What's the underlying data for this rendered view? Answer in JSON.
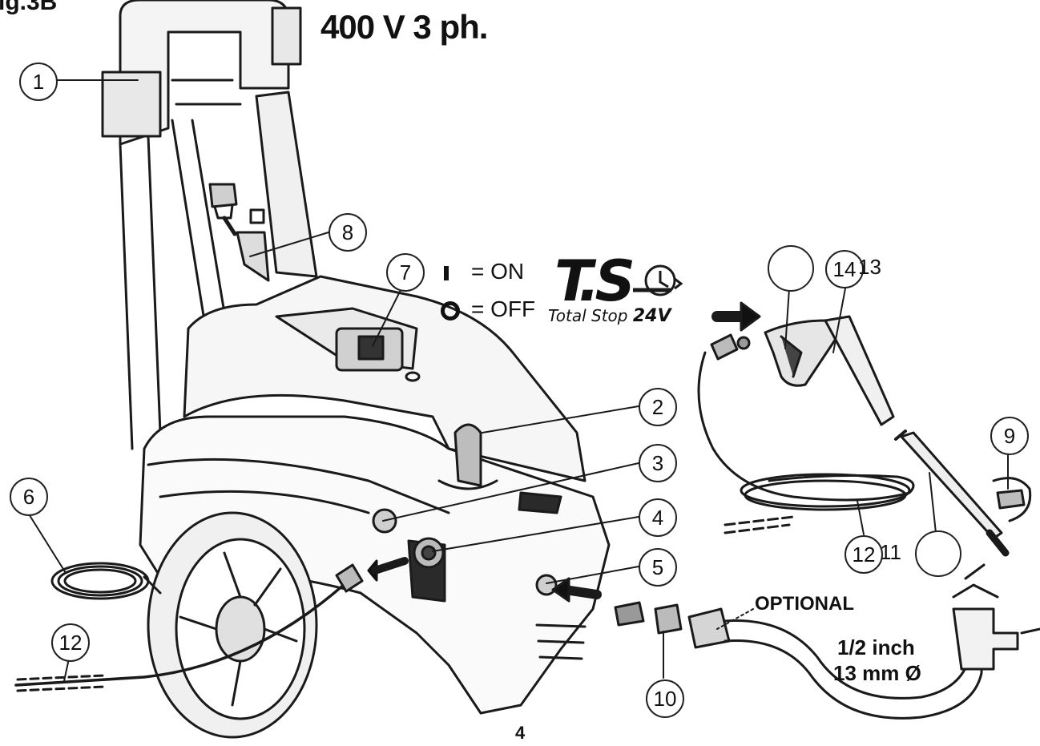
{
  "figure": {
    "label": "ig.3B",
    "title": "400 V   3 ph.",
    "page_number": "4"
  },
  "switch_legend": {
    "on": "= ON",
    "off": "= OFF"
  },
  "logo": {
    "main": "T.S",
    "sub_text": "Total Stop",
    "sub_voltage": "24V"
  },
  "labels": {
    "optional": "OPTIONAL",
    "inlet_size_line1": "1/2 inch",
    "inlet_size_line2": "13 mm Ø"
  },
  "callouts": {
    "c1": "1",
    "c2": "2",
    "c3": "3",
    "c4": "4",
    "c5": "5",
    "c6": "6",
    "c7": "7",
    "c8": "8",
    "c9": "9",
    "c10": "10",
    "c12": "12",
    "c14": "14",
    "c13": "13",
    "c12b": "12",
    "c11": "11"
  },
  "colors": {
    "line": "#1a1a1a",
    "fill_light": "#f2f2f2",
    "fill_mid": "#d9d9d9",
    "fill_dark": "#3a3a3a"
  }
}
